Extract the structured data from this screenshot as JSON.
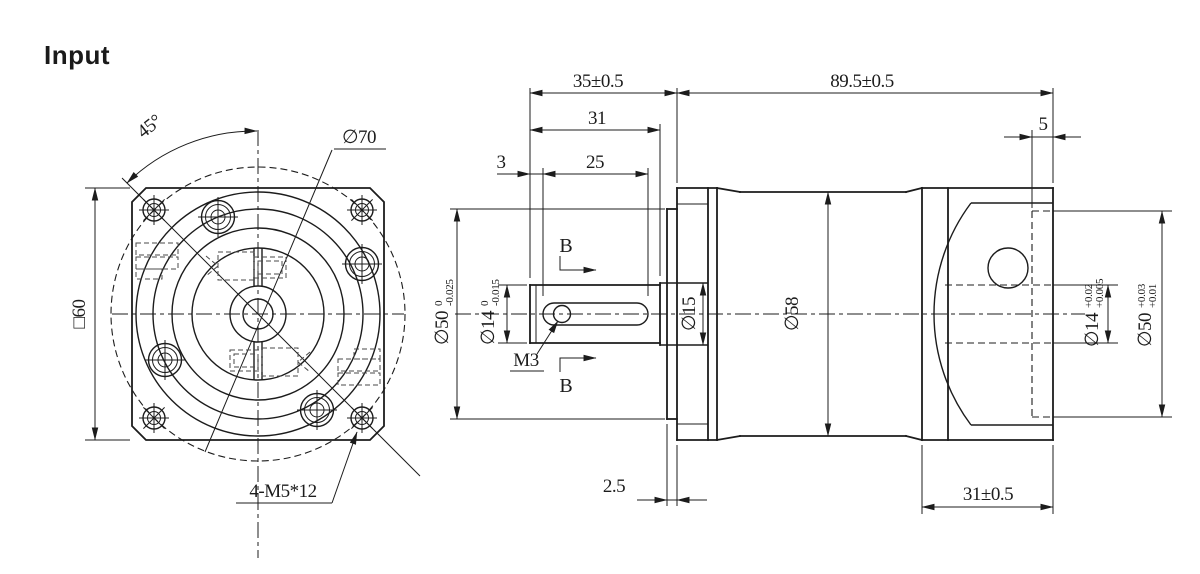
{
  "title_label": "Input",
  "front_view": {
    "square_dim": "□60",
    "bolt_circle_dim": "∅70",
    "corner_angle_dim": "45°",
    "mounting_holes_note": "4-M5*12"
  },
  "side_view": {
    "overall": {
      "shaft_to_flange": "35±0.5",
      "housing_length": "89.5±0.5",
      "shaft_length": "31",
      "keyway_length": "25",
      "keyway_offset": "3",
      "output_pilot_depth": "5",
      "input_pilot_width": "2.5",
      "rear_section_length": "31±0.5"
    },
    "shaft": {
      "pilot_dia": "∅50",
      "pilot_tol_hi": "0",
      "pilot_tol_lo": "-0.025",
      "shaft_dia": "∅14",
      "shaft_tol_hi": "0",
      "shaft_tol_lo": "-0.015",
      "setscrew": "M3",
      "shoulder_dia": "∅15",
      "body_dia": "∅58"
    },
    "output_bores": {
      "bore_dia": "∅14",
      "bore_tol_hi": "+0.02",
      "bore_tol_lo": "+0.005",
      "pilot_bore_dia": "∅50",
      "pilot_bore_tol_hi": "+0.03",
      "pilot_bore_tol_lo": "+0.01"
    },
    "section_label": "B"
  },
  "colors": {
    "line": "#1c1c1c",
    "background": "#ffffff"
  }
}
